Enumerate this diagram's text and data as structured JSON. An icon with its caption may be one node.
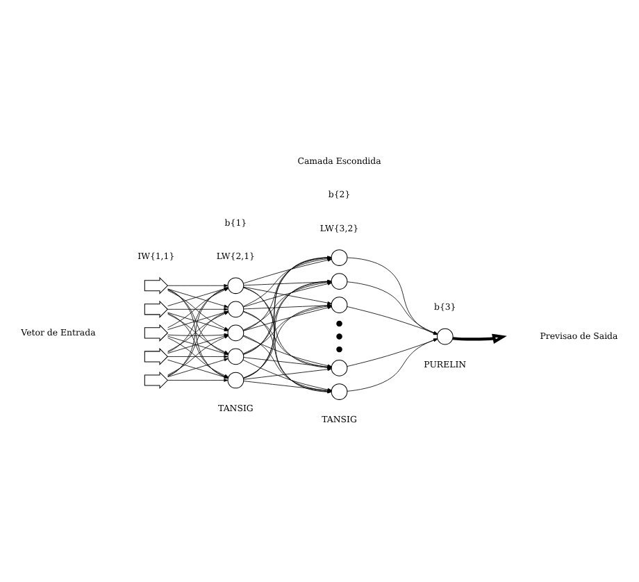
{
  "diagram": {
    "nodes": [
      {
        "text": [],
        "shape": "arrow"
      },
      {
        "text": [],
        "shape": "arrow"
      },
      {
        "text": [],
        "shape": "arrow"
      },
      {
        "text": [],
        "shape": "arrow"
      },
      {
        "text": [],
        "shape": "arrow"
      },
      {
        "text": [],
        "shape": "circle"
      },
      {
        "text": [],
        "shape": "circle"
      },
      {
        "text": [],
        "shape": "circle"
      },
      {
        "text": [],
        "shape": "circle"
      },
      {
        "text": [],
        "shape": "circle"
      },
      {
        "text": [],
        "shape": "circle"
      },
      {
        "text": [],
        "shape": "circle"
      },
      {
        "text": [],
        "shape": "circle"
      },
      {
        "text": [],
        "shape": "dot"
      },
      {
        "text": [],
        "shape": "dot"
      },
      {
        "text": [],
        "shape": "dot"
      },
      {
        "text": [],
        "shape": "circle"
      },
      {
        "text": [],
        "shape": "circle"
      },
      {
        "text": [],
        "shape": "circle"
      }
    ],
    "edges": [
      {
        "from": 0,
        "to": 5,
        "arrow": "to"
      },
      {
        "from": 0,
        "to": 6,
        "arrow": "to"
      },
      {
        "from": 0,
        "to": 7,
        "arrow": "to"
      },
      {
        "from": 0,
        "to": 8,
        "arrow": "to"
      },
      {
        "from": 0,
        "to": 9,
        "arrow": "to"
      },
      {
        "from": 1,
        "to": 5,
        "arrow": "to"
      },
      {
        "from": 1,
        "to": 6,
        "arrow": "to"
      },
      {
        "from": 1,
        "to": 7,
        "arrow": "to"
      },
      {
        "from": 1,
        "to": 8,
        "arrow": "to"
      },
      {
        "from": 1,
        "to": 9,
        "arrow": "to"
      },
      {
        "from": 2,
        "to": 5,
        "arrow": "to"
      },
      {
        "from": 2,
        "to": 6,
        "arrow": "to"
      },
      {
        "from": 2,
        "to": 7,
        "arrow": "to"
      },
      {
        "from": 2,
        "to": 8,
        "arrow": "to"
      },
      {
        "from": 2,
        "to": 9,
        "arrow": "to"
      },
      {
        "from": 3,
        "to": 5,
        "arrow": "to"
      },
      {
        "from": 3,
        "to": 6,
        "arrow": "to"
      },
      {
        "from": 3,
        "to": 7,
        "arrow": "to"
      },
      {
        "from": 3,
        "to": 8,
        "arrow": "to"
      },
      {
        "from": 3,
        "to": 9,
        "arrow": "to"
      },
      {
        "from": 4,
        "to": 5,
        "arrow": "to"
      },
      {
        "from": 4,
        "to": 6,
        "arrow": "to"
      },
      {
        "from": 4,
        "to": 7,
        "arrow": "to"
      },
      {
        "from": 4,
        "to": 8,
        "arrow": "to"
      },
      {
        "from": 4,
        "to": 9,
        "arrow": "to"
      },
      {
        "from": 5,
        "to": 10,
        "arrow": "to"
      },
      {
        "from": 5,
        "to": 11,
        "arrow": "to"
      },
      {
        "from": 5,
        "to": 12,
        "arrow": "to"
      },
      {
        "from": 5,
        "to": 16,
        "arrow": "to"
      },
      {
        "from": 5,
        "to": 17,
        "arrow": "to"
      },
      {
        "from": 6,
        "to": 10,
        "arrow": "to"
      },
      {
        "from": 6,
        "to": 11,
        "arrow": "to"
      },
      {
        "from": 6,
        "to": 12,
        "arrow": "to"
      },
      {
        "from": 6,
        "to": 16,
        "arrow": "to"
      },
      {
        "from": 6,
        "to": 17,
        "arrow": "to"
      },
      {
        "from": 7,
        "to": 10,
        "arrow": "to"
      },
      {
        "from": 7,
        "to": 11,
        "arrow": "to"
      },
      {
        "from": 7,
        "to": 12,
        "arrow": "to"
      },
      {
        "from": 7,
        "to": 16,
        "arrow": "to"
      },
      {
        "from": 7,
        "to": 17,
        "arrow": "to"
      },
      {
        "from": 8,
        "to": 10,
        "arrow": "to"
      },
      {
        "from": 8,
        "to": 11,
        "arrow": "to"
      },
      {
        "from": 8,
        "to": 12,
        "arrow": "to"
      },
      {
        "from": 8,
        "to": 16,
        "arrow": "to"
      },
      {
        "from": 8,
        "to": 17,
        "arrow": "to"
      },
      {
        "from": 9,
        "to": 10,
        "arrow": "to"
      },
      {
        "from": 9,
        "to": 11,
        "arrow": "to"
      },
      {
        "from": 9,
        "to": 12,
        "arrow": "to"
      },
      {
        "from": 9,
        "to": 16,
        "arrow": "to"
      },
      {
        "from": 9,
        "to": 17,
        "arrow": "to"
      },
      {
        "from": 10,
        "to": 18,
        "arrow": "to"
      },
      {
        "from": 11,
        "to": 18,
        "arrow": "to"
      },
      {
        "from": 12,
        "to": 18,
        "arrow": "to"
      },
      {
        "from": 16,
        "to": 18,
        "arrow": "to"
      },
      {
        "from": 17,
        "to": 18,
        "arrow": "to"
      },
      {
        "from": 18,
        "to": null,
        "arrow": "to",
        "style": "thick"
      }
    ],
    "labels": [
      "Camada Escondida",
      "b{1}",
      "b{2}",
      "b{3}",
      "IW{1,1}",
      "LW{2,1}",
      "LW{3,2}",
      "Vetor de Entrada",
      "Previsao de Saida",
      "PURELIN",
      "TANSIG",
      "TANSIG"
    ]
  }
}
